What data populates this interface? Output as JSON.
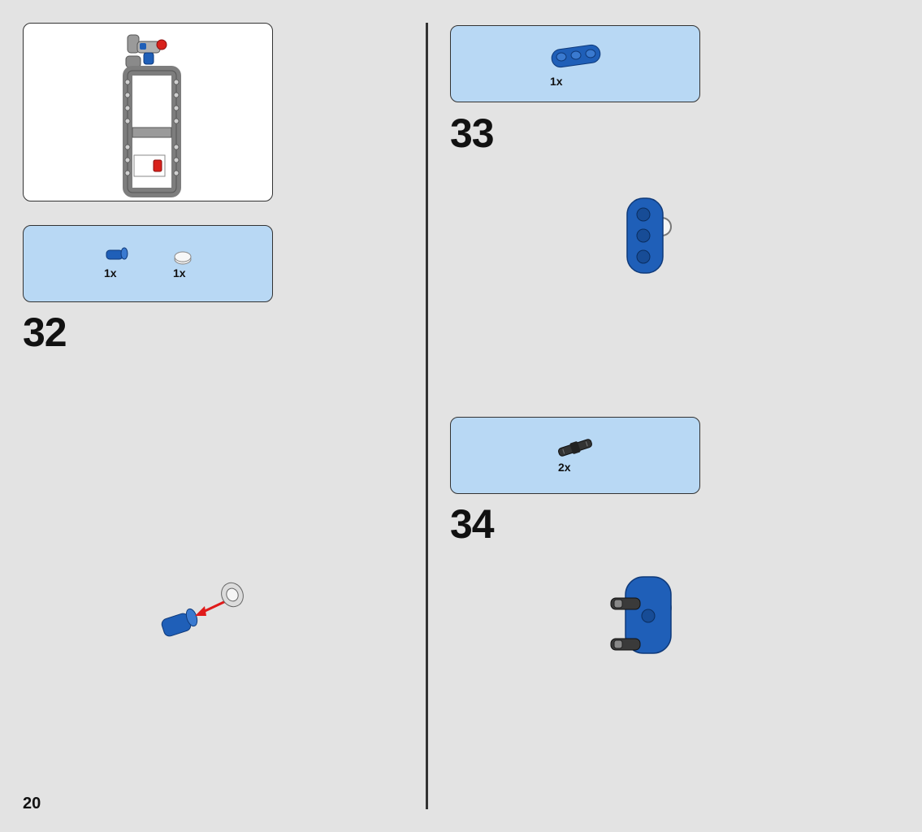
{
  "page": {
    "number": "20"
  },
  "steps": [
    {
      "number": "32",
      "parts": [
        {
          "qty": "1x",
          "part": "blue-axle-pin"
        },
        {
          "qty": "1x",
          "part": "white-bush"
        }
      ]
    },
    {
      "number": "33",
      "parts": [
        {
          "qty": "1x",
          "part": "blue-3-hole-beam"
        }
      ]
    },
    {
      "number": "34",
      "parts": [
        {
          "qty": "2x",
          "part": "black-friction-pin"
        }
      ]
    }
  ],
  "colors": {
    "panel": "#b8d8f4",
    "background": "#e3e3e3",
    "part_blue": "#1f5fb8",
    "frame_gray": "#8a8a8a",
    "arrow_red": "#e01b1b"
  }
}
